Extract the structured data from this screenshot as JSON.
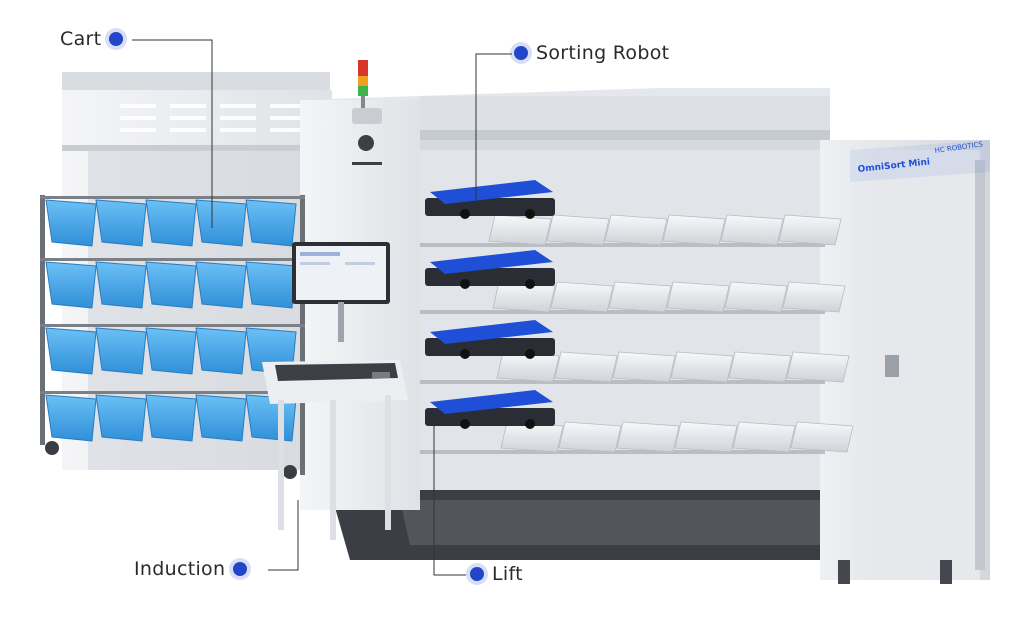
{
  "labels": {
    "cart": "Cart",
    "sorting_robot": "Sorting Robot",
    "induction": "Induction",
    "lift": "Lift"
  },
  "machine": {
    "product_name": "OmniSort Mini",
    "brand": "HC ROBOTICS"
  },
  "colors": {
    "accent": "#2346c8",
    "bin_blue": "#3aa0e8",
    "robot_blue": "#1f4fd6",
    "frame_grey": "#e9ebee"
  }
}
